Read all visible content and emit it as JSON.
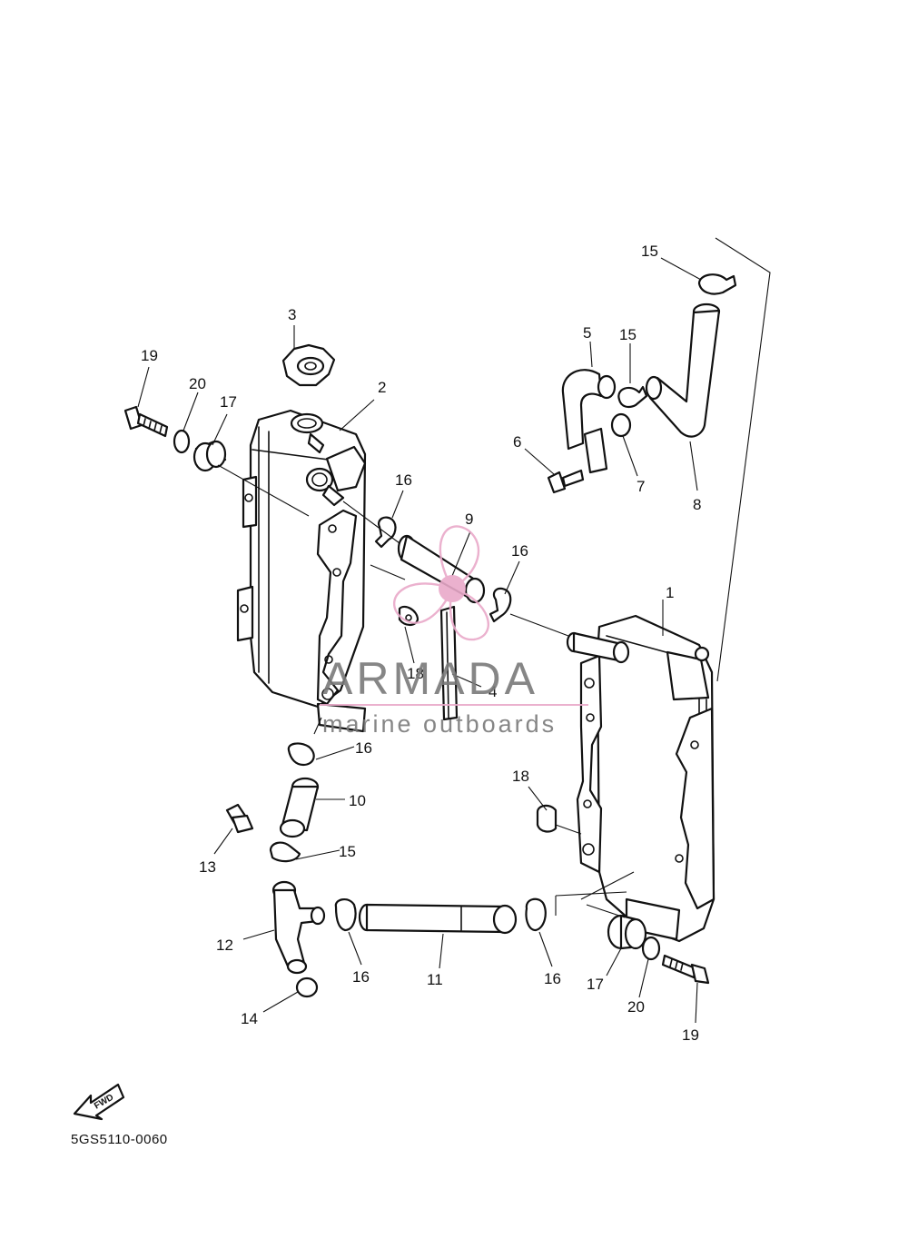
{
  "diagram": {
    "drawing_code": "5GS5110-0060",
    "fwd_label": "FWD",
    "callouts": [
      {
        "id": "c1",
        "text": "1"
      },
      {
        "id": "c2",
        "text": "2"
      },
      {
        "id": "c3",
        "text": "3"
      },
      {
        "id": "c4",
        "text": "4"
      },
      {
        "id": "c5",
        "text": "5"
      },
      {
        "id": "c6",
        "text": "6"
      },
      {
        "id": "c7",
        "text": "7"
      },
      {
        "id": "c8",
        "text": "8"
      },
      {
        "id": "c9",
        "text": "9"
      },
      {
        "id": "c10",
        "text": "10"
      },
      {
        "id": "c11",
        "text": "11"
      },
      {
        "id": "c12",
        "text": "12"
      },
      {
        "id": "c13",
        "text": "13"
      },
      {
        "id": "c14",
        "text": "14"
      },
      {
        "id": "c15a",
        "text": "15"
      },
      {
        "id": "c15b",
        "text": "15"
      },
      {
        "id": "c15c",
        "text": "15"
      },
      {
        "id": "c16a",
        "text": "16"
      },
      {
        "id": "c16b",
        "text": "16"
      },
      {
        "id": "c16c",
        "text": "16"
      },
      {
        "id": "c16d",
        "text": "16"
      },
      {
        "id": "c16e",
        "text": "16"
      },
      {
        "id": "c17a",
        "text": "17"
      },
      {
        "id": "c17b",
        "text": "17"
      },
      {
        "id": "c18a",
        "text": "18"
      },
      {
        "id": "c18b",
        "text": "18"
      },
      {
        "id": "c19a",
        "text": "19"
      },
      {
        "id": "c19b",
        "text": "19"
      },
      {
        "id": "c20a",
        "text": "20"
      },
      {
        "id": "c20b",
        "text": "20"
      }
    ]
  },
  "watermark": {
    "brand": "ARMADA",
    "tagline": "marine outboards",
    "brand_color": "#7a7a7a",
    "accent_color": "#e9a9c9"
  }
}
